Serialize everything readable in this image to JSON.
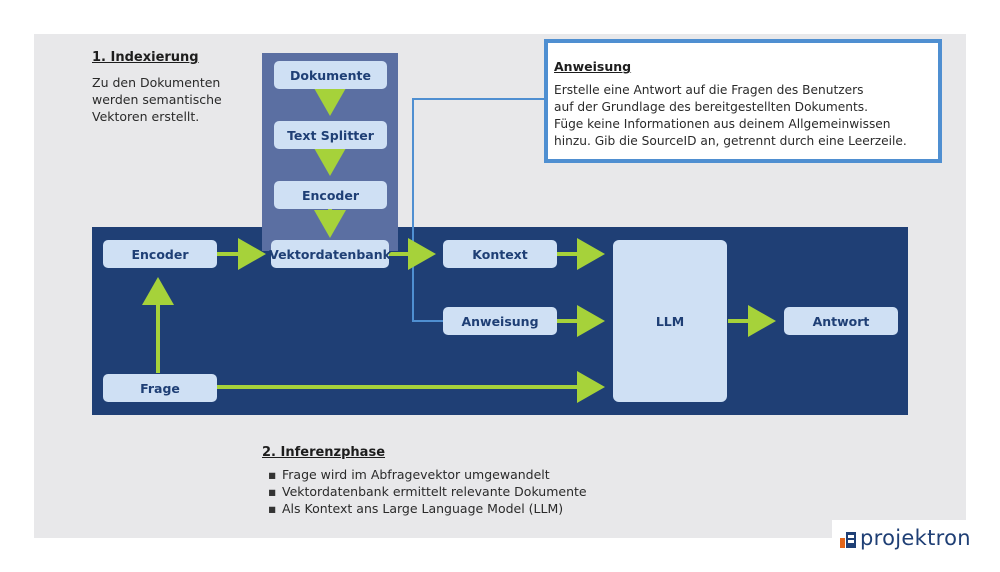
{
  "indexing": {
    "title": "1. Indexierung",
    "desc_lines": [
      "Zu den Dokumenten",
      "werden semantische",
      "Vektoren erstellt."
    ]
  },
  "stack_boxes": {
    "documents": "Dokumente",
    "splitter": "Text Splitter",
    "encoder": "Encoder"
  },
  "flow_boxes": {
    "encoder": "Encoder",
    "vectordb": "Vektordatenbank",
    "context": "Kontext",
    "instruction": "Anweisung",
    "llm": "LLM",
    "answer": "Antwort",
    "question": "Frage"
  },
  "instruction_panel": {
    "title": "Anweisung",
    "lines": [
      "Erstelle eine Antwort auf die Fragen des Benutzers",
      "auf der Grundlage des bereitgestellten Dokuments.",
      "Füge keine Informationen aus deinem  Allgemeinwissen",
      "hinzu. Gib die SourceID an, getrennt durch eine Leerzeile."
    ]
  },
  "inference": {
    "title": "2. Inferenzphase",
    "bullets": [
      "Frage wird im Abfragevektor umgewandelt",
      "Vektordatenbank ermittelt relevante Dokumente",
      "Als Kontext ans Large Language Model (LLM)"
    ]
  },
  "logo": {
    "text": "projektron"
  },
  "colors": {
    "band": "#1f3f75",
    "box": "#cfe0f4",
    "arrow": "#a6d23a",
    "connector": "#4f8fd1",
    "stack": "#5b6fa2"
  }
}
